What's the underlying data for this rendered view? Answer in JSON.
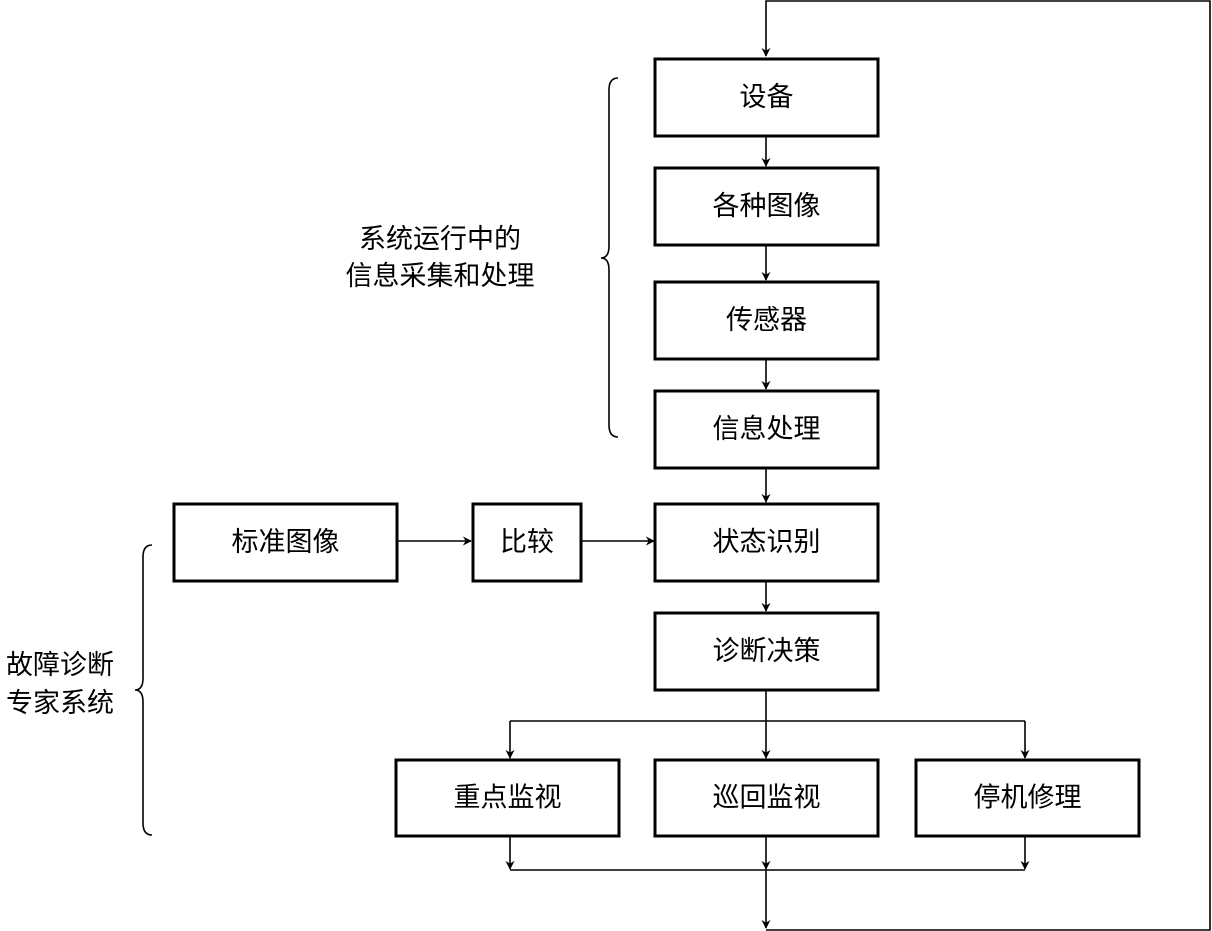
{
  "nodes": {
    "equipment": "设备",
    "images": "各种图像",
    "sensor": "传感器",
    "info_processing": "信息处理",
    "standard_image": "标准图像",
    "compare": "比较",
    "state_recognition": "状态识别",
    "diagnosis_decision": "诊断决策",
    "key_monitoring": "重点监视",
    "patrol_monitoring": "巡回监视",
    "shutdown_repair": "停机修理"
  },
  "groups": {
    "info_collection": {
      "line1": "系统运行中的",
      "line2": "信息采集和处理"
    },
    "expert_system": {
      "line1": "故障诊断",
      "line2": "专家系统"
    }
  }
}
